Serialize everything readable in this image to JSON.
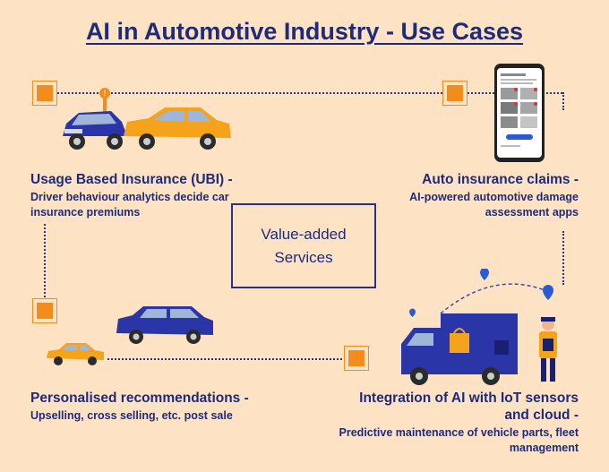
{
  "title": "AI in Automotive Industry - Use Cases",
  "center_label_line1": "Value-added",
  "center_label_line2": "Services",
  "use_cases": {
    "ubi": {
      "heading": "Usage Based Insurance (UBI) -",
      "desc_line1": "Driver behaviour analytics decide car",
      "desc_line2": "insurance premiums"
    },
    "claims": {
      "heading": "Auto insurance claims -",
      "desc_line1": "AI-powered automotive damage",
      "desc_line2": "assessment apps"
    },
    "recommendations": {
      "heading": "Personalised recommendations -",
      "desc_line1": "Upselling, cross selling, etc. post sale"
    },
    "iot": {
      "heading_line1": "Integration of AI with IoT sensors",
      "heading_line2": "and cloud -",
      "desc_line1": "Predictive maintenance of vehicle parts, fleet",
      "desc_line2": "management"
    }
  },
  "colors": {
    "accent": "#f28c1c",
    "navy": "#1f2a7a",
    "background": "#fde3c4"
  }
}
